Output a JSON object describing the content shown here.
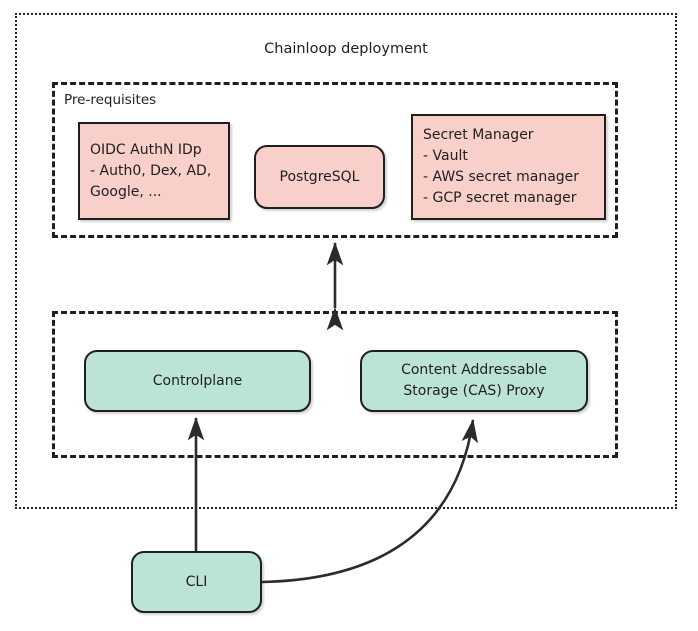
{
  "diagram": {
    "title": "Chainloop deployment",
    "groups": [
      {
        "id": "pre-requisites",
        "label": "Pre-requisites"
      },
      {
        "id": "services",
        "label": ""
      }
    ],
    "nodes": {
      "oidc": {
        "name": "OIDC AuthN IDp",
        "lines": [
          "OIDC AuthN IDp",
          "- Auth0, Dex, AD,",
          "Google, ..."
        ],
        "fill": "#f8cfc9",
        "stroke": "#1f1f1f"
      },
      "postgres": {
        "name": "PostgreSQL",
        "lines": [
          "PostgreSQL"
        ],
        "fill": "#f8cfc9",
        "stroke": "#1f1f1f"
      },
      "secret_manager": {
        "name": "Secret Manager",
        "lines": [
          "Secret Manager",
          "- Vault",
          "- AWS secret manager",
          "- GCP secret manager"
        ],
        "fill": "#f8cfc9",
        "stroke": "#1f1f1f"
      },
      "controlplane": {
        "name": "Controlplane",
        "lines": [
          "Controlplane"
        ],
        "fill": "#bce3d8",
        "stroke": "#1f1f1f"
      },
      "cas_proxy": {
        "name": "Content Addressable Storage (CAS) Proxy",
        "lines": [
          "Content Addressable",
          "Storage (CAS) Proxy"
        ],
        "fill": "#bce3d8",
        "stroke": "#1f1f1f"
      },
      "cli": {
        "name": "CLI",
        "lines": [
          "CLI"
        ],
        "fill": "#bce3d8",
        "stroke": "#1f1f1f"
      }
    },
    "edges": [
      {
        "id": "prereq-services",
        "from": "services-group",
        "to": "prereq-group",
        "arrows": "both"
      },
      {
        "id": "cli-controlplane",
        "from": "cli",
        "to": "controlplane",
        "arrows": "end"
      },
      {
        "id": "cli-cas",
        "from": "cli",
        "to": "cas_proxy",
        "arrows": "end"
      }
    ],
    "colors": {
      "pink_fill": "#f8cfc9",
      "green_fill": "#bce3d8",
      "stroke": "#1f1f1f",
      "background": "#ffffff"
    }
  }
}
